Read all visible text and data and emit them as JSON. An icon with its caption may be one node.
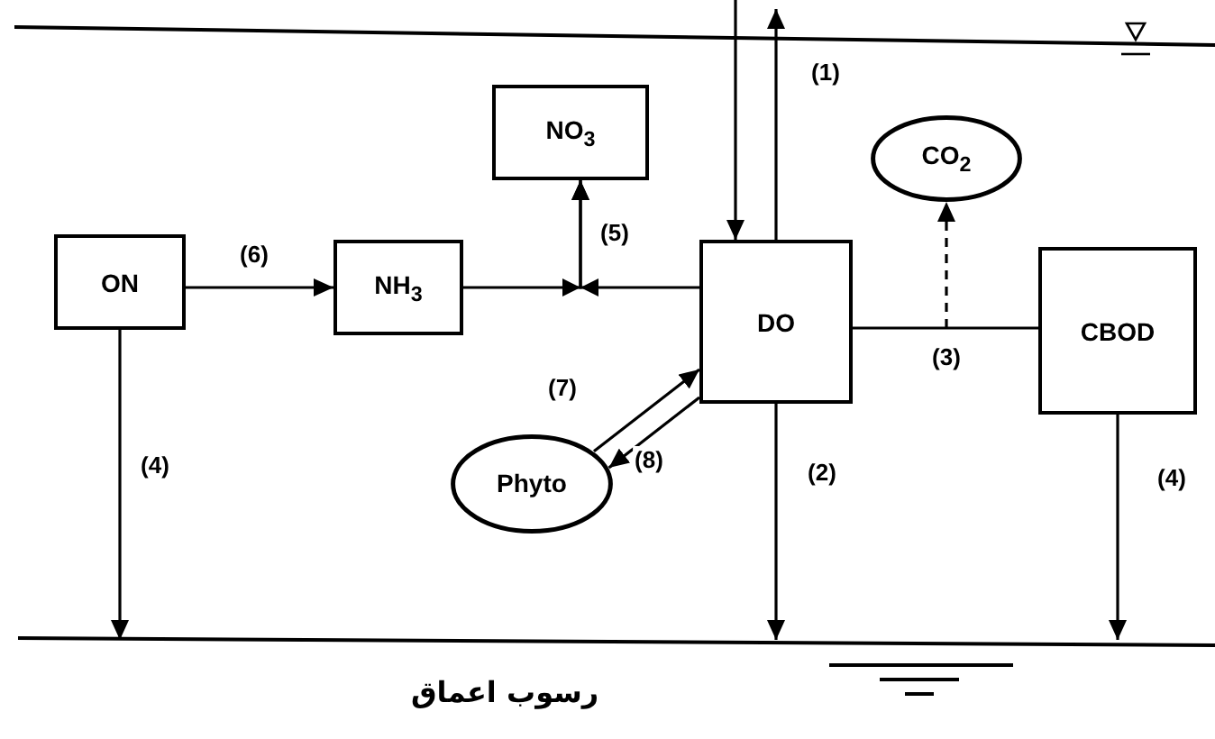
{
  "diagram": {
    "nodes": [
      {
        "text": [
          "NO$_{3}$"
        ]
      },
      {
        "text": [
          "CO$_{2}$"
        ]
      },
      {
        "text": [
          "ON"
        ]
      },
      {
        "text": [
          "NH$_{3}$"
        ]
      },
      {
        "text": [
          "DO"
        ]
      },
      {
        "text": [
          "CBOD"
        ]
      },
      {
        "text": [
          "Phyto"
        ]
      }
    ],
    "edges": [
      {
        "from": null,
        "to": 4,
        "arrow": "to"
      },
      {
        "from": 4,
        "to": null,
        "arrow": "to",
        "label": "(1)"
      },
      {
        "from": 2,
        "to": 3,
        "arrow": "to",
        "label": "(6)"
      },
      {
        "from": 3,
        "to": 0,
        "arrow": "to",
        "label": "(5)"
      },
      {
        "from": 4,
        "to": 0,
        "arrow": "to"
      },
      {
        "from": 4,
        "to": 5,
        "arrow": "none",
        "label": "(3)"
      },
      {
        "from": null,
        "to": 1,
        "arrow": "to",
        "style": "dashed"
      },
      {
        "from": 6,
        "to": 4,
        "arrow": "to",
        "label": "(7)"
      },
      {
        "from": 4,
        "to": 6,
        "arrow": "to",
        "label": "(8)"
      },
      {
        "from": 2,
        "to": null,
        "arrow": "to",
        "label": "(4)"
      },
      {
        "from": 4,
        "to": null,
        "arrow": "to",
        "label": "(2)"
      },
      {
        "from": 5,
        "to": null,
        "arrow": "to",
        "label": "(4)"
      }
    ],
    "labels": [
      "رسوب اعماق"
    ]
  }
}
